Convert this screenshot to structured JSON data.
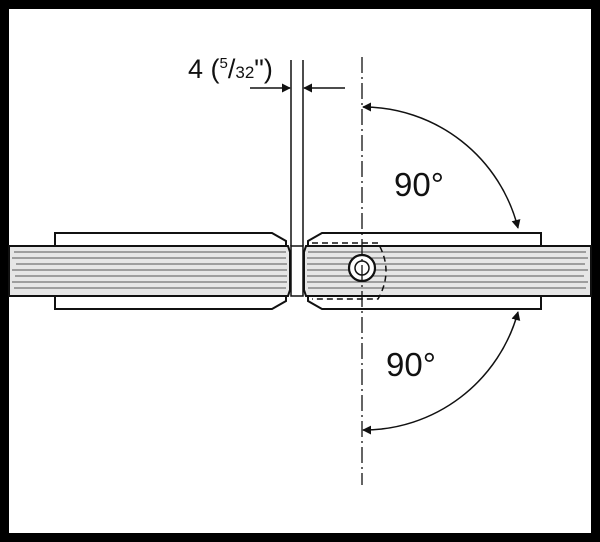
{
  "dimension": {
    "main": "4 (",
    "numerator": "5",
    "slash": "/",
    "denominator": "32",
    "suffix": "\")"
  },
  "angles": {
    "upper": "90°",
    "lower": "90°"
  },
  "colors": {
    "frame": "#000000",
    "background": "#ffffff",
    "glass_fill": "#e6e6e6",
    "line": "#111111"
  }
}
